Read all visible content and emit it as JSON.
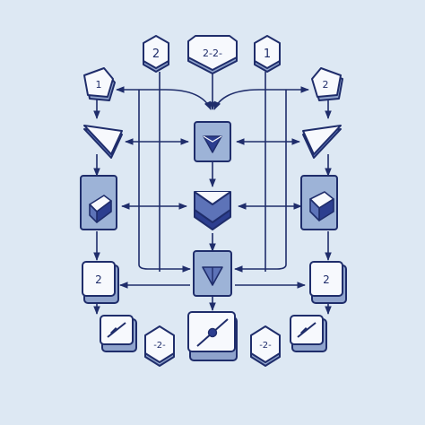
{
  "colors": {
    "background": "#dde8f3",
    "stroke": "#1f2d6b",
    "node_face": "#f7f9fd",
    "node_side": "#8fa3cc",
    "node_shadow": "#aabbd9",
    "panel": "#9db3d7",
    "fill_dark": "#2c3e8f",
    "fill_mid": "#5d73b8"
  },
  "labels": {
    "top_left_hex": "2",
    "top_center_shield": "2-2-",
    "top_right_hex": "1",
    "left_pentagon": "1",
    "right_pentagon": "2",
    "left_box": "2",
    "right_box": "2",
    "bottom_left_small": "-2-",
    "bottom_right_small": "-2-"
  },
  "icons": {
    "slash_marks": "diagonal-slash-icon",
    "chevrons": "chevron-down-icon",
    "wedges": "wedge-arrow-icon"
  }
}
